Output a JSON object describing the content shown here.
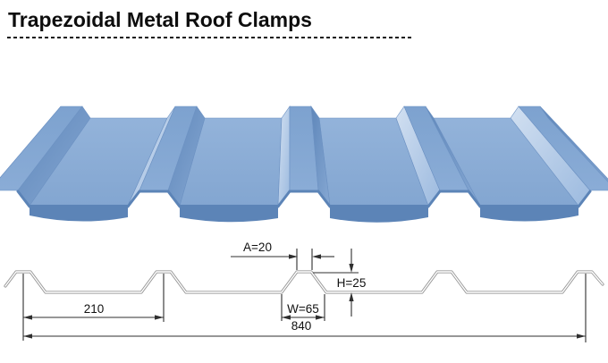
{
  "title": "Trapezoidal Metal Roof Clamps",
  "colors": {
    "ink": "#111111",
    "profile_gray": "#999999",
    "valley_1": "#93b3da",
    "valley_2": "#83a6d1",
    "rib_top_1": "#7da2cf",
    "rib_top_2": "#8aacd6",
    "slope_light_1": "#d2e0f1",
    "slope_light_2": "#9cbadf",
    "slope_dark_1": "#5f87ba",
    "slope_dark_2": "#86a8d3",
    "front_edge_fill": "#5c84b7",
    "front_edge_stroke": "#4d6f99"
  },
  "diagram": {
    "a_label": "A=20",
    "h_label": "H=25",
    "w_label": "W=65",
    "pitch_label": "210",
    "total_label": "840"
  }
}
